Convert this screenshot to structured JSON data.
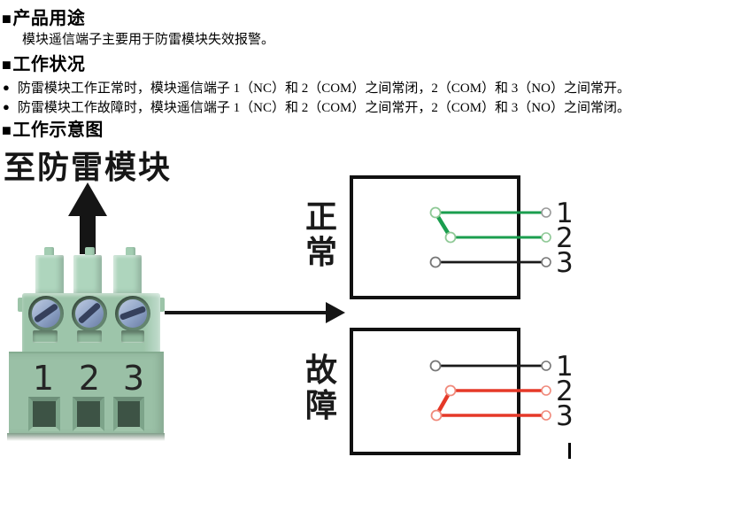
{
  "sections": {
    "usage": {
      "marker": "■",
      "title": "产品用途",
      "body": "模块遥信端子主要用于防雷模块失效报警。"
    },
    "status": {
      "marker": "■",
      "title": "工作状况",
      "bullets": [
        {
          "marker": "●",
          "text": "防雷模块工作正常时，模块遥信端子 1（NC）和 2（COM）之间常闭，2（COM）和 3（NO）之间常开。"
        },
        {
          "marker": "●",
          "text": "防雷模块工作故障时，模块遥信端子 1（NC）和 2（COM）之间常开，2（COM）和 3（NO）之间常闭。"
        }
      ]
    },
    "diagram": {
      "marker": "■",
      "title": "工作示意图"
    }
  },
  "figure": {
    "to_module_label": "至防雷模块",
    "terminal_block": {
      "labels": [
        "1",
        "2",
        "3"
      ],
      "body_color": "#9dc5aa",
      "screw_color": "#8ea3c6"
    },
    "states": {
      "normal": {
        "label": "正常",
        "line_color": "#1b9e4f"
      },
      "fault": {
        "label": "故障",
        "line_color": "#e53928"
      }
    },
    "terminals": [
      "1",
      "2",
      "3"
    ],
    "open_line_color": "#1a1a1a"
  }
}
